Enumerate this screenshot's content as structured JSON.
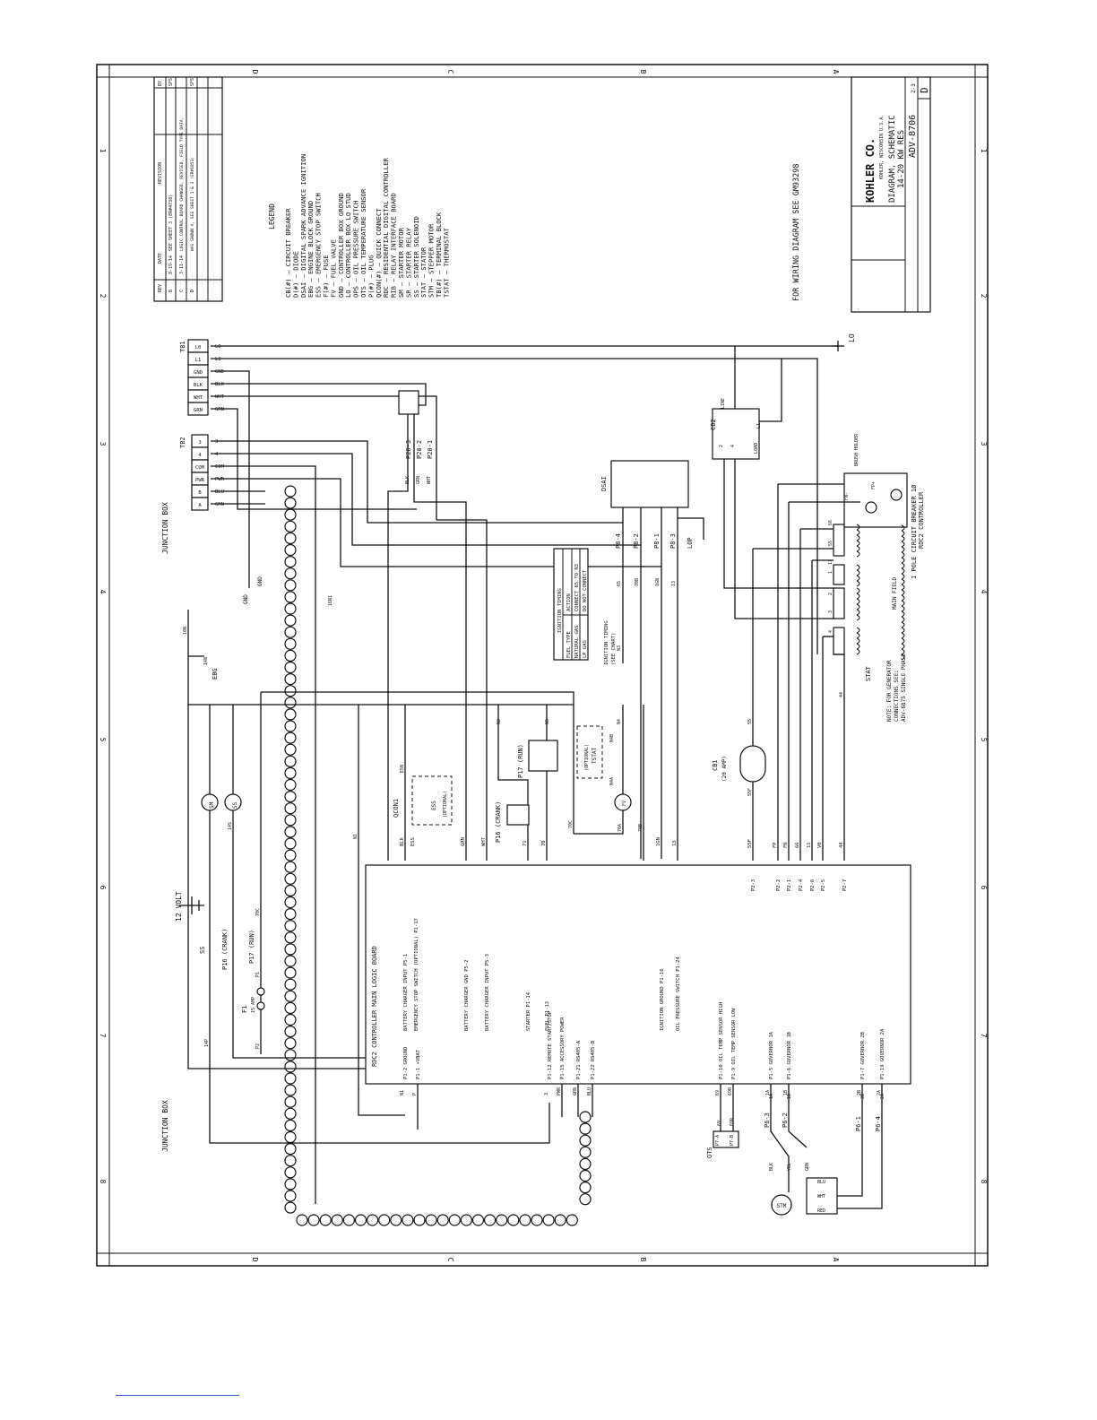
{
  "zones": {
    "top": [
      "D",
      "C",
      "B",
      "A"
    ],
    "side": [
      "1",
      "2",
      "3",
      "4",
      "5",
      "6",
      "7",
      "8"
    ]
  },
  "revisions": {
    "headers": [
      "REV",
      "DATE",
      "REVISION",
      "BY"
    ],
    "rows": [
      [
        "B",
        "8-19-14",
        "SEE SHEET 3 (ER#4738)",
        "SFS"
      ],
      [
        "C",
        "3-11-14",
        "LOGIC CONTROL BOARD CHANGED, REVISED, FIELD TYPE DATA,",
        ""
      ],
      [
        "D",
        "",
        "WAS SHOWN A, SEE SHEET 1 & 3 (ER#1853)",
        "SFS"
      ]
    ]
  },
  "legend": {
    "title": "LEGEND",
    "items": [
      "CB(#) — CIRCUIT BREAKER",
      "D(#) — DIODE",
      "DSAI — DIGITAL SPARK ADVANCE IGNITION",
      "EBG — ENGINE BLOCK GROUND",
      "ESS — EMERGENCY STOP SWITCH",
      "F(#) — FUSE",
      "FV — FUEL VALVE",
      "GND — CONTROLLER BOX GROUND",
      "LO — CONTROLLER BOX LO STUD",
      "OPS — OIL PRESSURE SWITCH",
      "OTS — OIL TEMPERATURE SENSOR",
      "P(#) — PLUG",
      "QCON(#) — QUICK CONNECT",
      "RDC — RESIDENTIAL DIGITAL CONTROLLER",
      "RIB — RELAY INTERFACE BOARD",
      "SM — STARTER MOTOR",
      "SR — STARTER RELAY",
      "SS — STARTER SOLENOID",
      "STAT — STATOR",
      "STM — STEPPER MOTOR",
      "TB(#) — TERMINAL BLOCK",
      "TSTAT — THERMOSTAT"
    ]
  },
  "wiring_note": "FOR WIRING DIAGRAM SEE GM93298",
  "title_block": {
    "company": "KOHLER CO.",
    "company_sub": "KOHLER, WISCONSIN  U.S.A.",
    "title_lines": [
      "DIAGRAM, SCHEMATIC",
      "14-20 KW RES"
    ],
    "drawing_number": "ADV-8706",
    "sheet": "2-3",
    "rev": "D"
  },
  "labels": {
    "junction_box_top": "JUNCTION BOX",
    "junction_box_bottom": "JUNCTION BOX",
    "tb1": "TB1",
    "tb2": "TB2",
    "gnd": "GND",
    "ebg": "EBG",
    "lo": "LO",
    "cb2": "CB2",
    "cb2_line": "LINE",
    "cb2_load": "LOAD",
    "cb2_note_1": "1 POLE CIRCUIT BREAKER 1Ø",
    "cb2_note_2": "RDC2 CONTROLLER",
    "dsai": "DSAI",
    "lop": "LOP",
    "brush_holder": "BRUSH HOLDER",
    "main_field": "MAIN FIELD",
    "stat": "STAT",
    "stat_note_1": "NOTE: FOR GENERATOR",
    "stat_note_2": "CONNECTIONS SEE:",
    "stat_note_3": "ADV-6875 SINGLE PHASE",
    "cb1": "CB1",
    "cb1_amp": "(20 AMP)",
    "battery": "12 VOLT",
    "ss": "SS",
    "sm": "SM",
    "p16_crank_top": "P16 (CRANK)",
    "p17_run_top": "P17 (RUN)",
    "p16_crank": "P16 (CRANK)",
    "p17_run": "P17 (RUN)",
    "f1": "F1",
    "f1_amp": "15 AMP",
    "qcon1": "QCON1",
    "ess": "ESS",
    "ess_optional": "(OPTIONAL)",
    "tstat": "TSTAT",
    "tstat_optional": "(OPTIONAL)",
    "fv": "FV",
    "controller": "RDC2 CONTROLLER MAIN LOGIC BOARD",
    "ignition_timing": "IGNITION TIMING",
    "ignition_timing_see": "(SEE CHART)",
    "ots": "OTS",
    "stm": "STM"
  },
  "ignition_chart": {
    "title": "IGNITION TIMING",
    "headers": [
      "FUEL TYPE",
      "ACTION"
    ],
    "rows": [
      [
        "NATURAL GAS",
        "CONNECT 65 TO N3"
      ],
      [
        "LP GAS",
        "DO NOT CONNECT"
      ]
    ]
  },
  "tb1_terminals": [
    "L0",
    "L1",
    "GND",
    "BLK",
    "WHT",
    "GRN"
  ],
  "tb1_wires": [
    "L0",
    "L1",
    "GND",
    "BLK",
    "WHT",
    "GRN"
  ],
  "tb2_terminals": [
    "3",
    "4",
    "COM",
    "PWR",
    "B",
    "A"
  ],
  "tb2_wires": [
    "3",
    "4",
    "COM",
    "PWR",
    "BLU",
    "GRN"
  ],
  "p20_labels": [
    "P20-3",
    "P20-2",
    "P20-1"
  ],
  "p20_wires": [
    "BLK",
    "GRN",
    "WHT"
  ],
  "p8_labels": [
    "P8-4",
    "P8-2",
    "P8-1",
    "P8-3"
  ],
  "p8_wires": [
    "65",
    "70B",
    "1GN",
    "13"
  ],
  "misc_wires": {
    "n3": "N3",
    "n2": "N2",
    "n5": "N5",
    "n4": "N4",
    "n4b": "N4B",
    "n4a": "N4A",
    "w10n": "10N",
    "w14n": "14N",
    "w16n1": "16N1",
    "w14p": "14P",
    "w14s": "14S",
    "w70c": "70C",
    "w70a": "70A",
    "w70b": "70B",
    "p1": "P1",
    "p2": "P2",
    "n1": "N1",
    "esn": "ESN",
    "w44": "44",
    "w55": "55",
    "w55f": "55F",
    "w66": "66",
    "w11": "11",
    "w1": "1",
    "w2": "2",
    "w3": "3",
    "w4": "4",
    "fn": "FN",
    "fp": "FP",
    "w69": "69",
    "w69r": "69R",
    "w1a": "1A",
    "w1b": "1B",
    "w2b": "2B",
    "w2a": "2A",
    "blk": "BLK",
    "yel": "YEL",
    "grn": "GRN",
    "blu": "BLU",
    "wht": "WHT",
    "red": "RED",
    "p6_3": "P6-3",
    "p6_2": "P6-2",
    "p6_1": "P6-1",
    "p6_4": "P6-4",
    "p7a": "P7-A",
    "p7b": "P7-B",
    "fn_term": "FN-",
    "fp_term": "FP+"
  },
  "controller_pins_top": [
    {
      "pin": "P5-1",
      "label": "BATTERY CHARGER INPUT P5-1",
      "wire": "BLK"
    },
    {
      "pin": "P1-17",
      "label": "EMERGENCY STOP SWITCH (OPTIONAL) P1-17",
      "wire": "ESS"
    },
    {
      "pin": "P5-2",
      "label": "BATTERY CHARGER GND P5-2",
      "wire": "GRN"
    },
    {
      "pin": "P5-3",
      "label": "BATTERY CHARGER INPUT P5-3",
      "wire": "WHT"
    },
    {
      "pin": "P1-14",
      "label": "STARTER P1-14",
      "wire": "71"
    },
    {
      "pin": "P1-13",
      "label": "FUEL P1-13",
      "wire": "70"
    },
    {
      "pin": "P1-16",
      "label": "IGNITION GROUND P1-16",
      "wire": "1GN"
    },
    {
      "pin": "P1-24",
      "label": "OIL PRESSURE SWITCH P1-24",
      "wire": "13"
    }
  ],
  "controller_pins_right": [
    {
      "pin": "P2-3",
      "wire": "55F"
    },
    {
      "pin": "P2-2",
      "wire": "FP"
    },
    {
      "pin": "P2-1",
      "wire": "FN"
    },
    {
      "pin": "P2-4",
      "wire": "66"
    },
    {
      "pin": "P2-6",
      "wire": "11"
    },
    {
      "pin": "P2-5",
      "wire": "V0"
    },
    {
      "pin": "P2-7",
      "wire": "44"
    }
  ],
  "controller_pins_bottom": [
    {
      "label": "P1-2 GROUND",
      "wire": "N1"
    },
    {
      "label": "P1-1 +VBAT",
      "wire": "P"
    },
    {
      "label": "P1-12 REMOTE START/STOP",
      "wire": "3"
    },
    {
      "label": "P1-15 ACCESSORY POWER",
      "wire": "PWR"
    },
    {
      "label": "P1-21 RS485-A",
      "wire": "GRN"
    },
    {
      "label": "P1-22 RS485-B",
      "wire": "BLU"
    },
    {
      "label": "P1-10 OIL TEMP SENSOR HIGH",
      "wire": "69"
    },
    {
      "label": "P1-9 OIL TEMP SENSOR LOW",
      "wire": "69R"
    },
    {
      "label": "P1-5 GOVERNOR 1A",
      "wire": "1A"
    },
    {
      "label": "P1-6 GOVERNOR 1B",
      "wire": "1B"
    },
    {
      "label": "P1-7 GOVERNOR 2B",
      "wire": "2B"
    },
    {
      "label": "P1-19 GOVERNOR 2A",
      "wire": "2A"
    }
  ]
}
